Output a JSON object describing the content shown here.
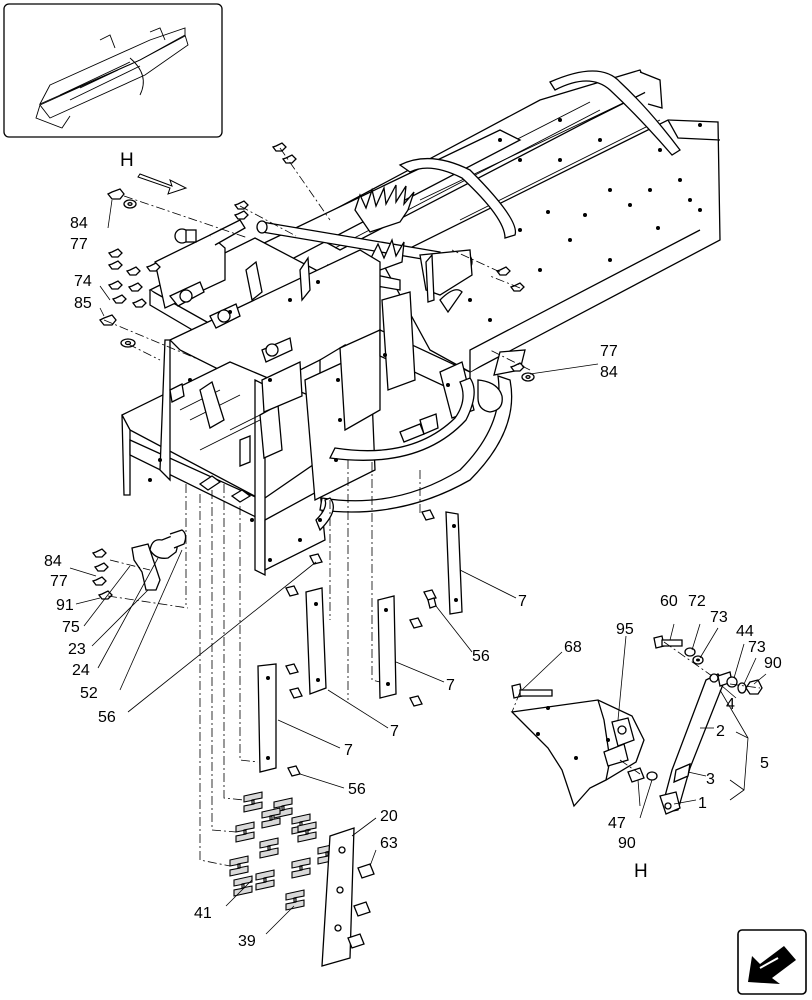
{
  "view_letter": "H",
  "labels": {
    "84a": "84",
    "77a": "77",
    "74": "74",
    "85": "85",
    "77b": "77",
    "84b": "84",
    "84c": "84",
    "77c": "77",
    "91": "91",
    "75": "75",
    "23": "23",
    "24": "24",
    "52": "52",
    "56a": "56",
    "7a": "7",
    "56b": "56",
    "7b": "7",
    "7c": "7",
    "7d": "7",
    "56c": "56",
    "20": "20",
    "63": "63",
    "41": "41",
    "39": "39",
    "68": "68",
    "95": "95",
    "60": "60",
    "72": "72",
    "73a": "73",
    "44": "44",
    "73b": "73",
    "90a": "90",
    "4": "4",
    "2": "2",
    "5": "5",
    "3": "3",
    "1": "1",
    "47": "47",
    "90b": "90"
  },
  "colors": {
    "line": "#000000",
    "fill": "#ffffff",
    "shade": "#d9d9d9"
  },
  "icons": [
    "overview-thumbnail",
    "view-direction-arrow",
    "navigation-arrow-icon"
  ]
}
